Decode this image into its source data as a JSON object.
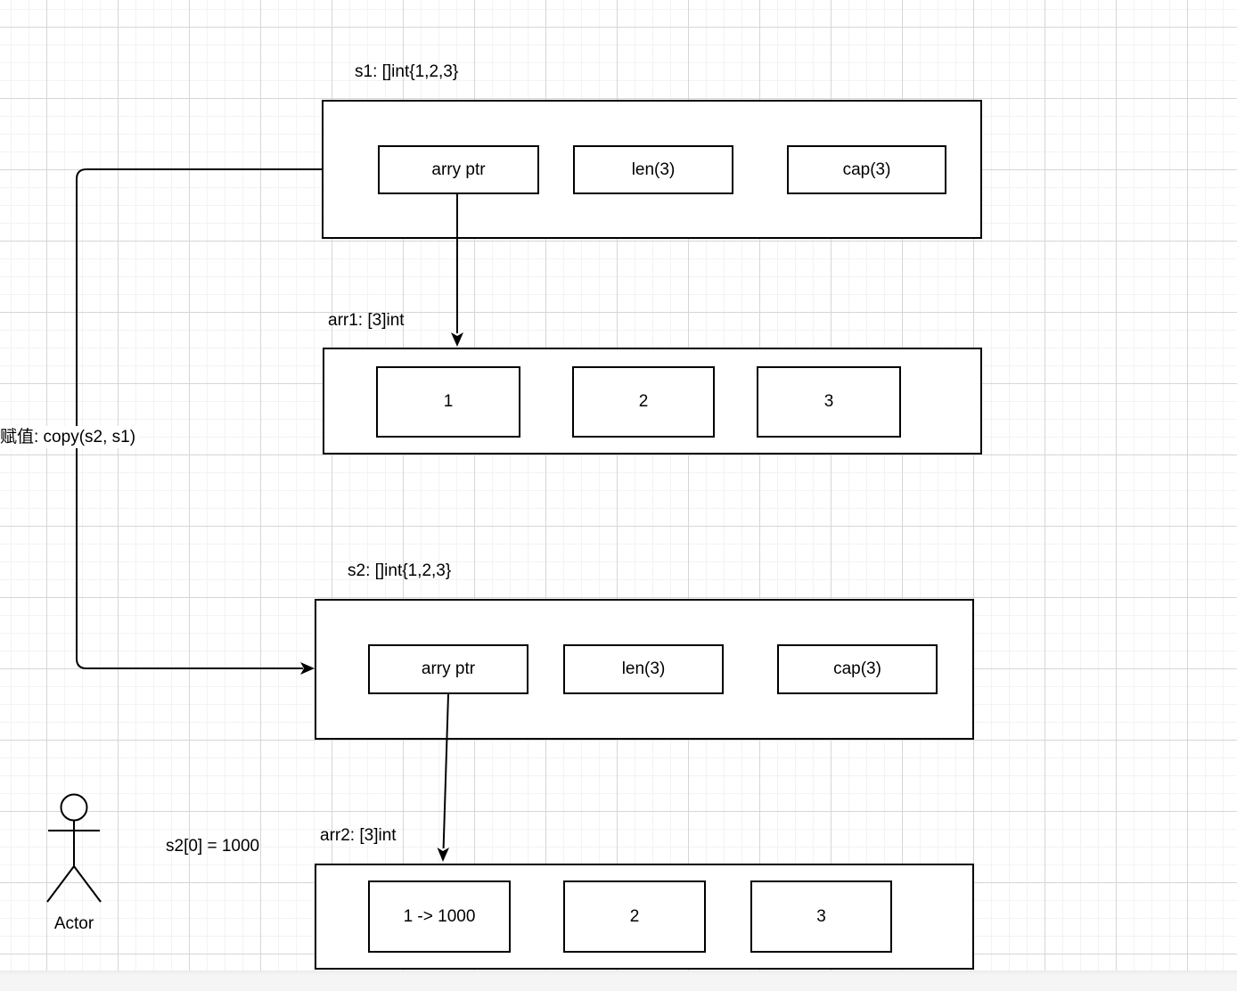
{
  "canvas": {
    "background": "#ffffff",
    "grid_minor_color": "#f3f3f3",
    "grid_major_color": "#d6d6d6",
    "outside_color": "#f5f5f6",
    "stroke_color": "#000000"
  },
  "s1": {
    "label": "s1: []int{1,2,3}",
    "cells": [
      "arry ptr",
      "len(3)",
      "cap(3)"
    ]
  },
  "arr1": {
    "label": "arr1: [3]int",
    "cells": [
      "1",
      "2",
      "3"
    ]
  },
  "s2": {
    "label": "s2: []int{1,2,3}",
    "cells": [
      "arry ptr",
      "len(3)",
      "cap(3)"
    ]
  },
  "arr2": {
    "label": "arr2: [3]int",
    "cells": [
      "1 -> 1000",
      "2",
      "3"
    ]
  },
  "annotations": {
    "copy_call": "赋值: copy(s2, s1)",
    "assignment": "s2[0] = 1000",
    "actor": "Actor"
  }
}
